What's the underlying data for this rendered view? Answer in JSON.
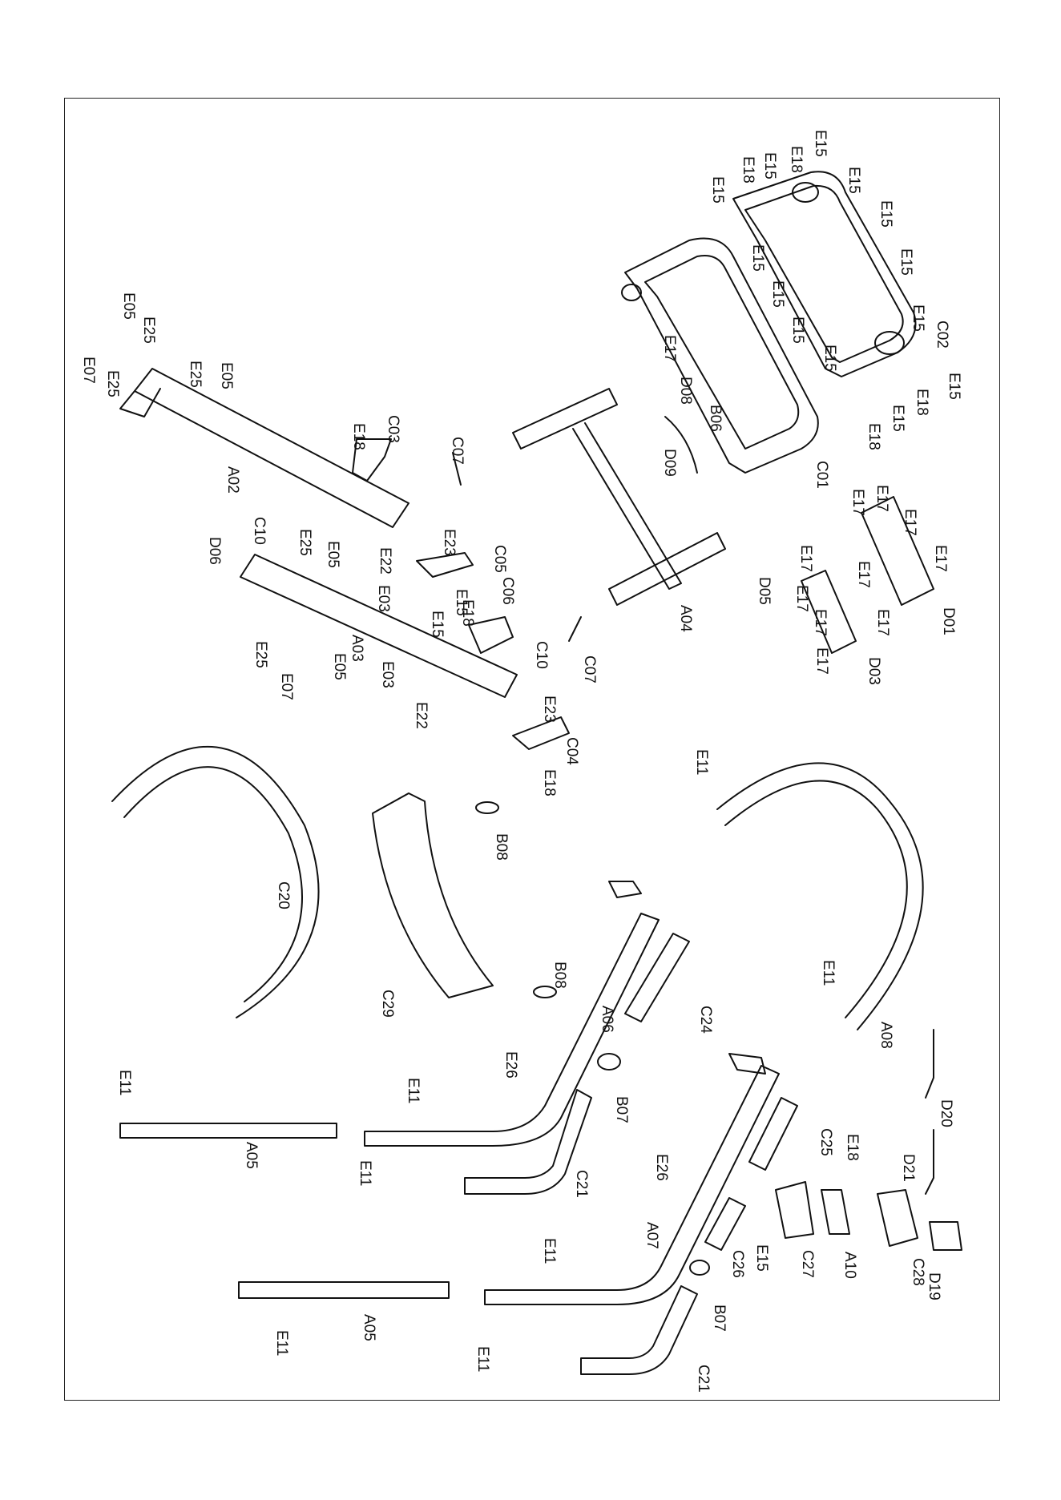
{
  "diagram": {
    "type": "exploded-parts-diagram",
    "orientation": "rotated-90-clockwise",
    "line_color": "#111111",
    "background": "#ffffff",
    "part_labels": [
      "E15",
      "E18",
      "E15",
      "E18",
      "E15",
      "E15",
      "E15",
      "E15",
      "E15",
      "C02",
      "E15",
      "E18",
      "E15",
      "E18",
      "E15",
      "E15",
      "E15",
      "E15",
      "E17",
      "D08",
      "B06",
      "C01",
      "D09",
      "E05",
      "E25",
      "E07",
      "E25",
      "E25",
      "E05",
      "A02",
      "E18",
      "C03",
      "C07",
      "E23",
      "E22",
      "E03",
      "C05",
      "E15",
      "E18",
      "C06",
      "D05",
      "A04",
      "C10",
      "D06",
      "E25",
      "E05",
      "E15",
      "A03",
      "E25",
      "E07",
      "E05",
      "E03",
      "E22",
      "C10",
      "C07",
      "E23",
      "C04",
      "E18",
      "E17",
      "E17",
      "E17",
      "E17",
      "E17",
      "E17",
      "D01",
      "E17",
      "E17",
      "E17",
      "E17",
      "D03",
      "C20",
      "B08",
      "C29",
      "B08",
      "E11",
      "A08",
      "E11",
      "C24",
      "A06",
      "E26",
      "B07",
      "E11",
      "A05",
      "E11",
      "E11",
      "C21",
      "D20",
      "C25",
      "E18",
      "D21",
      "E26",
      "A07",
      "C27",
      "A10",
      "C28",
      "D19",
      "E15",
      "C26",
      "B07",
      "E11",
      "A05",
      "E11",
      "E11",
      "C21"
    ]
  }
}
